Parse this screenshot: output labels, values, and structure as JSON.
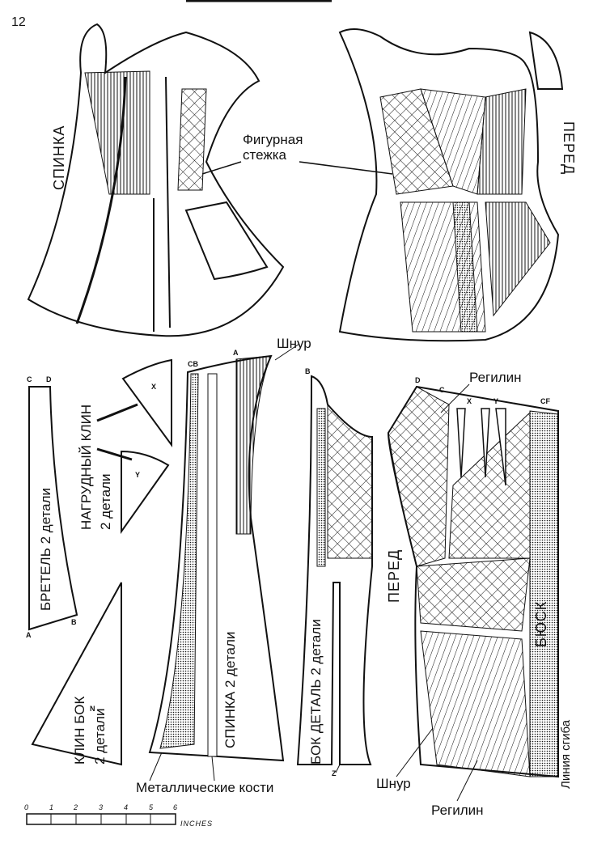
{
  "page_number": "12",
  "top_views": {
    "back_label": "СПИНКА",
    "front_label": "ПЕРЕД",
    "callout_line1": "Фигурная",
    "callout_line2": "стежка"
  },
  "pattern_pieces": {
    "strap": {
      "label": "БРЕТЕЛЬ 2 детали",
      "points": [
        "C",
        "D",
        "A",
        "B"
      ]
    },
    "bust_gusset": {
      "label": "НАГРУДНЫЙ КЛИН",
      "count": "2 детали",
      "points": [
        "X",
        "Y"
      ]
    },
    "side_gusset": {
      "label": "КЛИН БОК",
      "count": "2 детали",
      "point": "N"
    },
    "back": {
      "label": "СПИНКА 2 детали",
      "points": [
        "CB",
        "A"
      ],
      "cord": "Шнур"
    },
    "side": {
      "label": "БОК ДЕТАЛЬ 2 детали",
      "points": [
        "B",
        "Z"
      ]
    },
    "front": {
      "label": "ПЕРЕД",
      "points": [
        "D",
        "C",
        "X",
        "Y",
        "CF"
      ],
      "reed_top": "Регилин",
      "busk": "БЮСК",
      "fold_line": "Линия сгиба"
    }
  },
  "bottom_labels": {
    "metal_bones": "Металлические кости",
    "cord": "Шнур",
    "reed": "Регилин"
  },
  "scale": {
    "ticks": [
      "0",
      "1",
      "2",
      "3",
      "4",
      "5",
      "6"
    ],
    "unit": "INCHES"
  }
}
